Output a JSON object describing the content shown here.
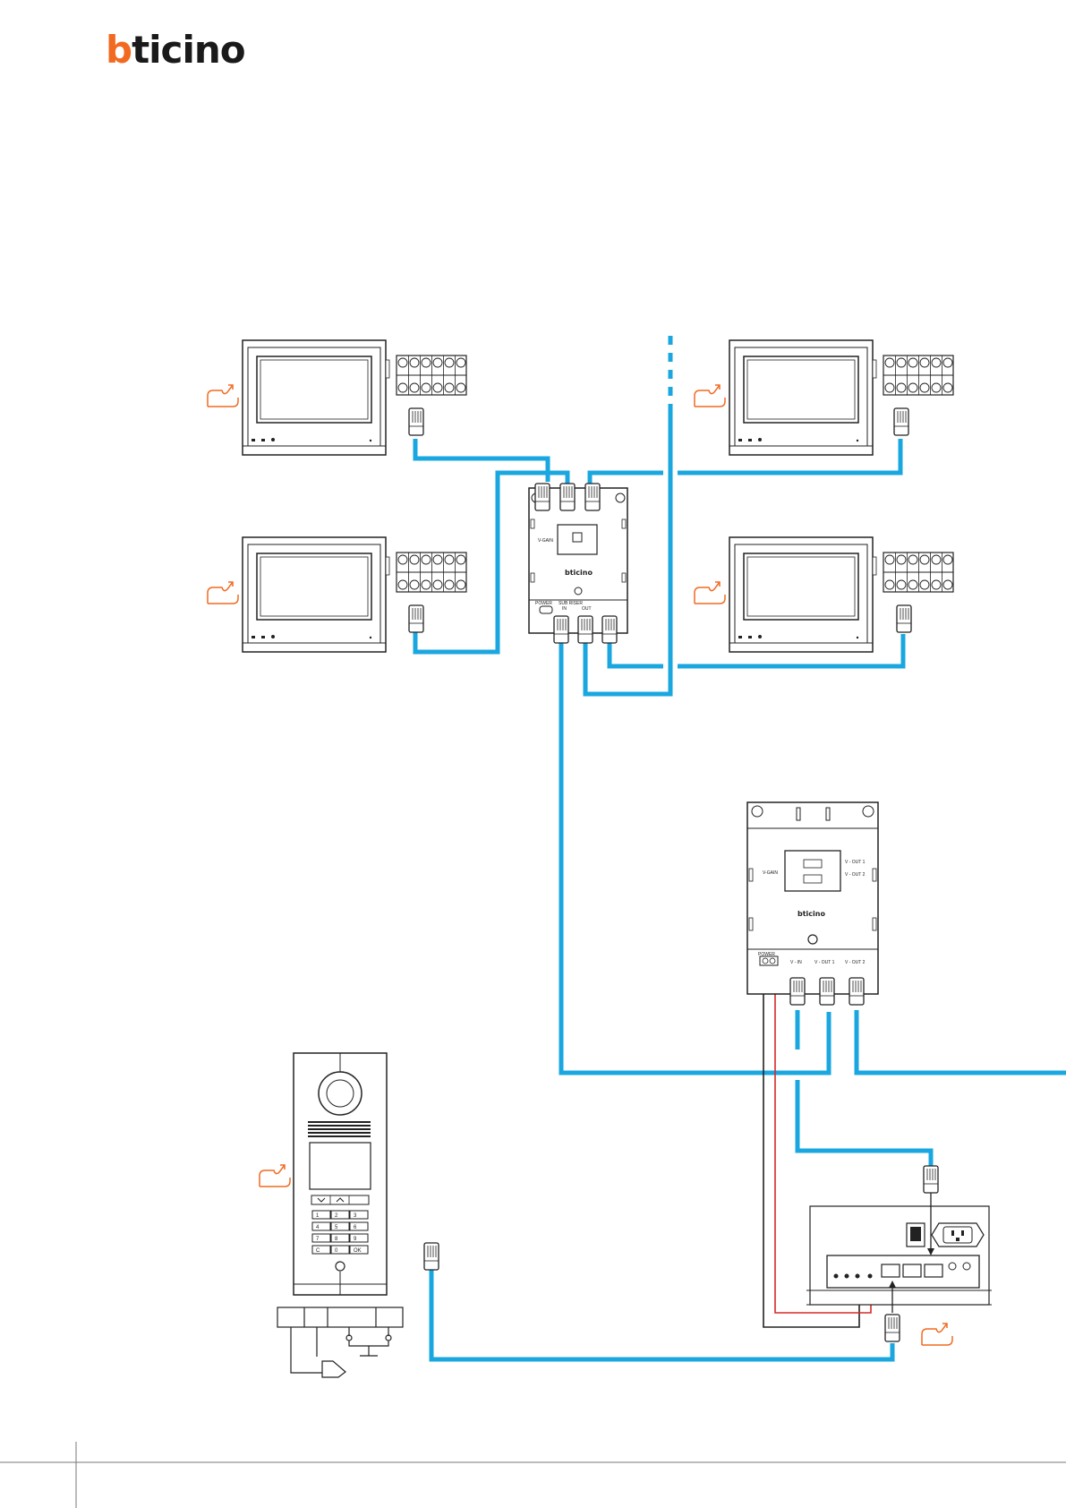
{
  "brand": {
    "logo_first": "b",
    "logo_rest": "ticino",
    "splitter_brand": "bticino",
    "power_supply_brand": "bticino"
  },
  "colors": {
    "cable": "#1aa7e0",
    "accent": "#f26a21",
    "power_red": "#d62a2a",
    "line": "#222222"
  },
  "splitter": {
    "v_gain": "V-GAIN",
    "power": "POWER",
    "sub_riser": "SUB RISER",
    "port_in": "IN",
    "port_out": "OUT"
  },
  "power_supply": {
    "v_gain": "V-GAIN",
    "power": "POWER",
    "v_in": "V - IN",
    "v_out_1": "V - OUT 1",
    "v_out_2": "V - OUT 2"
  },
  "keypad": {
    "keys": [
      "1",
      "2",
      "3",
      "4",
      "5",
      "6",
      "7",
      "8",
      "9",
      "C",
      "0",
      "OK"
    ]
  }
}
